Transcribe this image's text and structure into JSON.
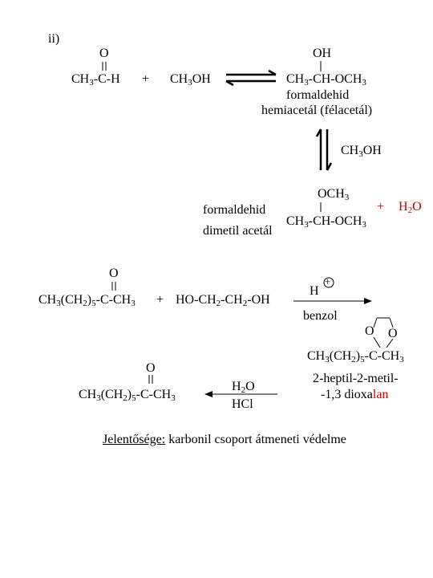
{
  "section_label": "ii)",
  "acetal_scheme": {
    "acetaldehyde": {
      "oxygen": "O",
      "formula": [
        "CH",
        "3",
        "-C-H"
      ]
    },
    "plus_1": "+",
    "methanol": [
      "CH",
      "3",
      "OH"
    ],
    "hemiacetal": {
      "oh": "OH",
      "formula": [
        "CH",
        "3",
        "-CH-OCH",
        "3"
      ],
      "name_line1": "formaldehid",
      "name_line2": "hemiacetál (félacetál)"
    },
    "second_reagent": [
      "CH",
      "3",
      "OH"
    ],
    "acetal": {
      "och3": [
        "OCH",
        "3"
      ],
      "plus": "+",
      "water": [
        "H",
        "2",
        "O"
      ],
      "name_line1": "formaldehid",
      "name_line2": "dimetil acetál",
      "formula": [
        "CH",
        "3",
        "-CH-OCH",
        "3"
      ]
    }
  },
  "dioxolane_scheme": {
    "ketone": {
      "oxygen": "O",
      "formula": [
        "CH",
        "3",
        "(CH",
        "2",
        ")",
        "5",
        "-C-CH",
        "3"
      ]
    },
    "plus": "+",
    "diol": [
      "HO-CH",
      "2",
      "-CH",
      "2",
      "-OH"
    ],
    "catalyst": "H",
    "catalyst_charge": "+",
    "solvent": "benzol",
    "product": {
      "ring_o_left": "O",
      "ring_o_right": "O",
      "formula": [
        "CH",
        "3",
        "(CH",
        "2",
        ")",
        "5",
        "-C-CH",
        "3"
      ],
      "name_line1": "2-heptil-2-metil-",
      "name_line2_a": "-1,3 dioxa",
      "name_line2_b": "lan"
    },
    "hydrolysis_reagent_1": [
      "H",
      "2",
      "O"
    ],
    "hydrolysis_reagent_2": "HCl",
    "regenerated_ketone": {
      "oxygen": "O",
      "formula": [
        "CH",
        "3",
        "(CH",
        "2",
        ")",
        "5",
        "-C-CH",
        "3"
      ]
    }
  },
  "significance": {
    "label": "Jelentősége",
    "colon": ":",
    "text": " karbonil csoport átmeneti védelme"
  },
  "colors": {
    "accent": "#cc0000",
    "ink": "#000000"
  }
}
